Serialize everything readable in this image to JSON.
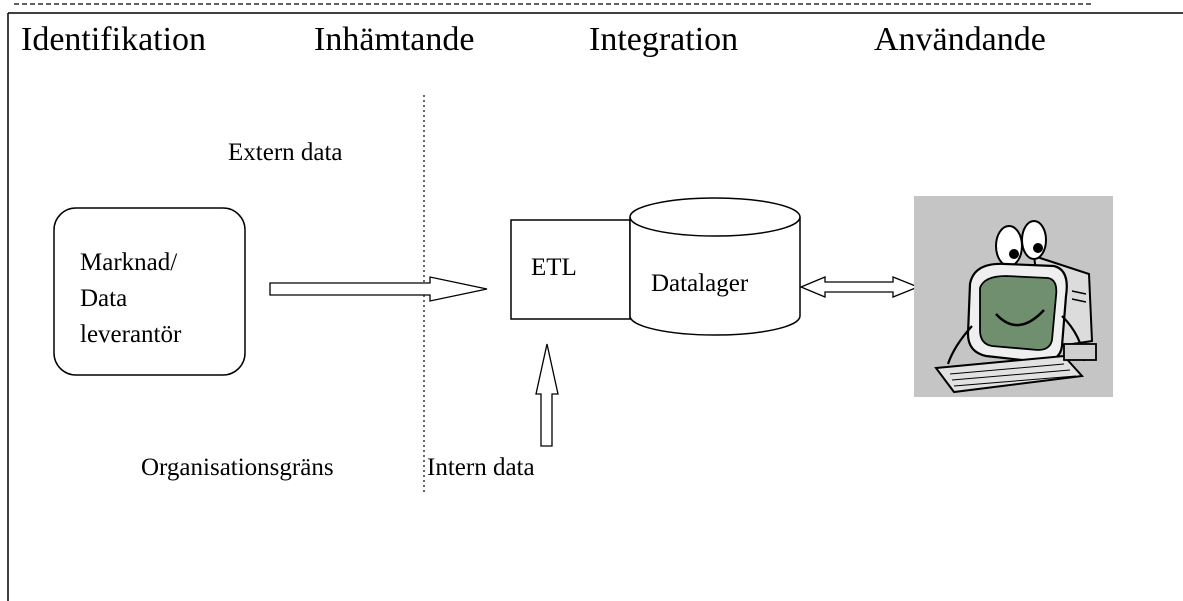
{
  "phases": {
    "identification": "Identifikation",
    "acquisition": "Inhämtande",
    "integration": "Integration",
    "usage": "Användande"
  },
  "labels": {
    "external_data": "Extern data",
    "internal_data": "Intern data",
    "organization_boundary": "Organisationsgräns"
  },
  "nodes": {
    "source": "Marknad/\nData\nleverantör",
    "etl": "ETL",
    "warehouse": "Datalager"
  },
  "colors": {
    "stroke": "#000000",
    "background": "#ffffff",
    "picture_background": "#c5c5c5",
    "face_green": "#6f8f6f"
  },
  "icons": {
    "user": "user-at-computer-icon"
  }
}
